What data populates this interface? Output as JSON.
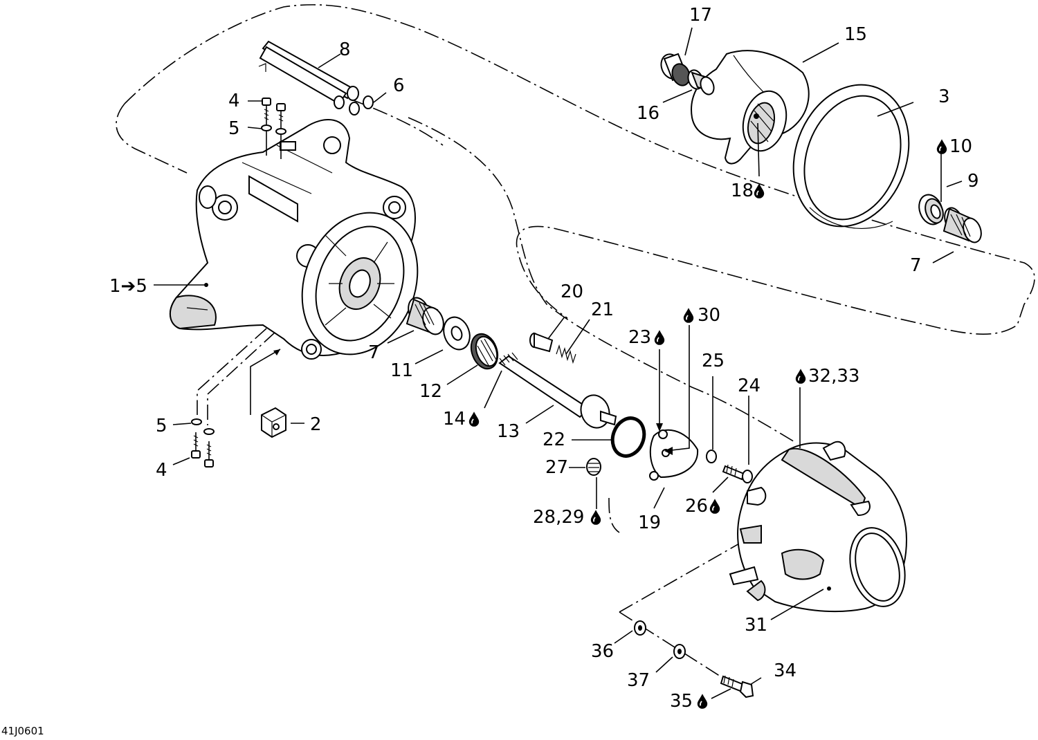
{
  "diagram_code": "41J0601",
  "callouts": {
    "c1_5": "1➔5",
    "c2": "2",
    "c3": "3",
    "c4a": "4",
    "c4b": "4",
    "c5a": "5",
    "c5b": "5",
    "c6": "6",
    "c7a": "7",
    "c7b": "7",
    "c8": "8",
    "c9": "9",
    "c10": "10",
    "c11": "11",
    "c12": "12",
    "c13": "13",
    "c14": "14",
    "c15": "15",
    "c16": "16",
    "c17": "17",
    "c18": "18",
    "c19": "19",
    "c20": "20",
    "c21": "21",
    "c22": "22",
    "c23": "23",
    "c24": "24",
    "c25": "25",
    "c26": "26",
    "c27": "27",
    "c28_29": "28,29",
    "c30": "30",
    "c31": "31",
    "c32_33": "32,33",
    "c34": "34",
    "c35": "35",
    "c36": "36",
    "c37": "37"
  },
  "icons": {
    "lubricant": "drop-icon"
  }
}
